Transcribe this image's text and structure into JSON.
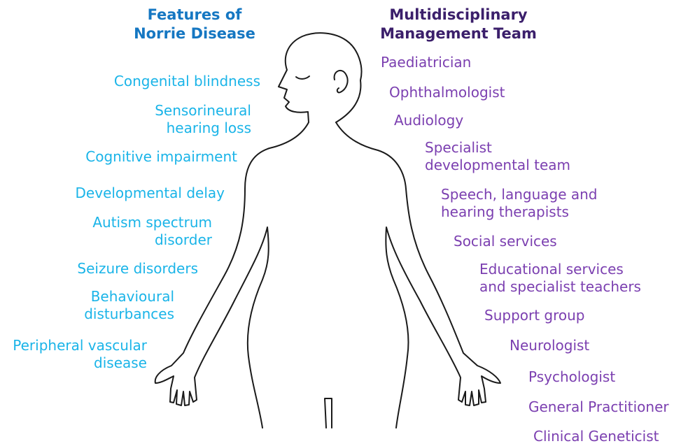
{
  "colors": {
    "features": "#1ab4e8",
    "features_heading": "#1577c2",
    "team": "#7b3fb0",
    "team_heading": "#3b1f6b",
    "outline": "#1a1a1a"
  },
  "features": {
    "heading": [
      "Features of",
      "Norrie Disease"
    ],
    "items": [
      [
        "Congenital blindness"
      ],
      [
        "Sensorineural",
        "hearing loss"
      ],
      [
        "Cognitive impairment"
      ],
      [
        "Developmental delay"
      ],
      [
        "Autism spectrum",
        "disorder"
      ],
      [
        "Seizure disorders"
      ],
      [
        "Behavioural",
        "disturbances"
      ],
      [
        "Peripheral vascular",
        "disease"
      ]
    ]
  },
  "team": {
    "heading": [
      "Multidisciplinary",
      "Management Team"
    ],
    "items": [
      [
        "Paediatrician"
      ],
      [
        "Ophthalmologist"
      ],
      [
        "Audiology"
      ],
      [
        "Specialist",
        "developmental team"
      ],
      [
        "Speech, language and",
        "hearing therapists"
      ],
      [
        "Social services"
      ],
      [
        "Educational services",
        "and specialist teachers"
      ],
      [
        "Support group"
      ],
      [
        "Neurologist"
      ],
      [
        "Psychologist"
      ],
      [
        "General Practitioner"
      ],
      [
        "Clinical Geneticist"
      ]
    ]
  }
}
